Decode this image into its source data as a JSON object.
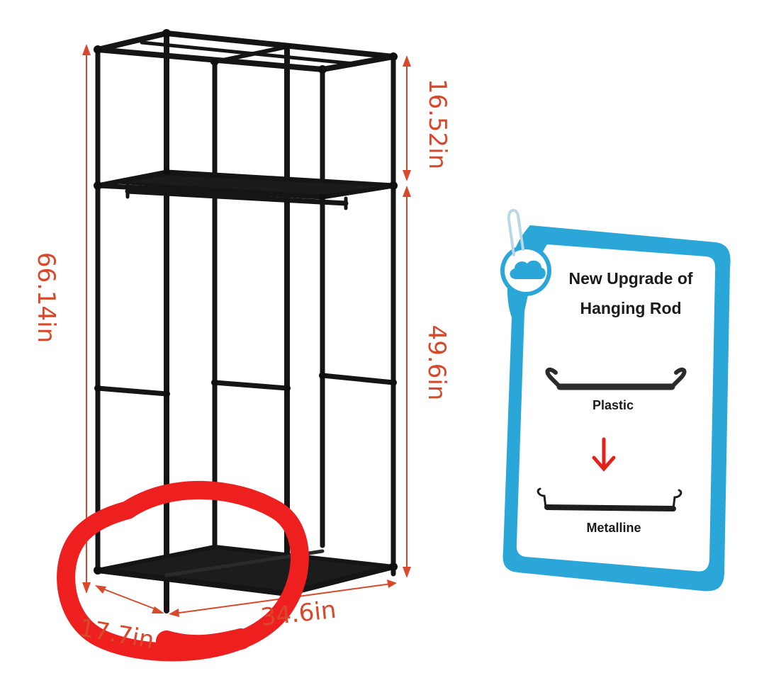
{
  "dimensions": {
    "top_height": "16.52in",
    "total_height": "66.14in",
    "lower_height": "49.6in",
    "depth": "17.7in",
    "width": "34.6in"
  },
  "upgrade_card": {
    "title_line1": "New Upgrade of",
    "title_line2": "Hanging Rod",
    "before_label": "Plastic",
    "after_label": "Metalline"
  },
  "colors": {
    "dimension": "#d9482a",
    "frame": "#151515",
    "card_border": "#2aa7d8",
    "arrow": "#e3231b",
    "annotation_circle": "#ee1f1f"
  },
  "icons": [
    "cloud-icon",
    "paperclip-icon",
    "down-arrow-icon"
  ]
}
